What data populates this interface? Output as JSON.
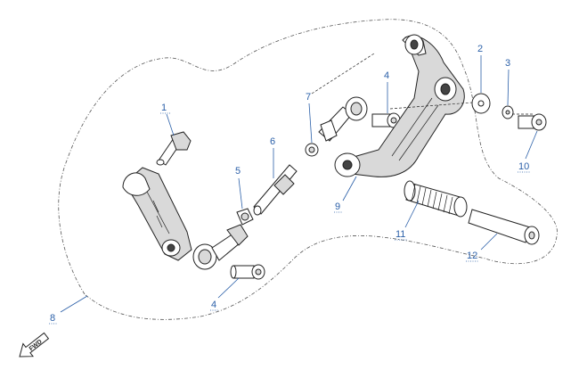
{
  "diagram": {
    "callouts": [
      {
        "id": "c1",
        "label": "1"
      },
      {
        "id": "c2",
        "label": "2"
      },
      {
        "id": "c3",
        "label": "3"
      },
      {
        "id": "c4a",
        "label": "4"
      },
      {
        "id": "c4b",
        "label": "4"
      },
      {
        "id": "c5",
        "label": "5"
      },
      {
        "id": "c6",
        "label": "6"
      },
      {
        "id": "c7",
        "label": "7"
      },
      {
        "id": "c8",
        "label": "8"
      },
      {
        "id": "c9",
        "label": "9"
      },
      {
        "id": "c10",
        "label": "10"
      },
      {
        "id": "c11",
        "label": "11"
      },
      {
        "id": "c12",
        "label": "12"
      }
    ],
    "fwd_label": "FWD"
  },
  "colors": {
    "callout": "#2a5fa8",
    "line": "#222222",
    "shade": "#d9d9d9"
  }
}
